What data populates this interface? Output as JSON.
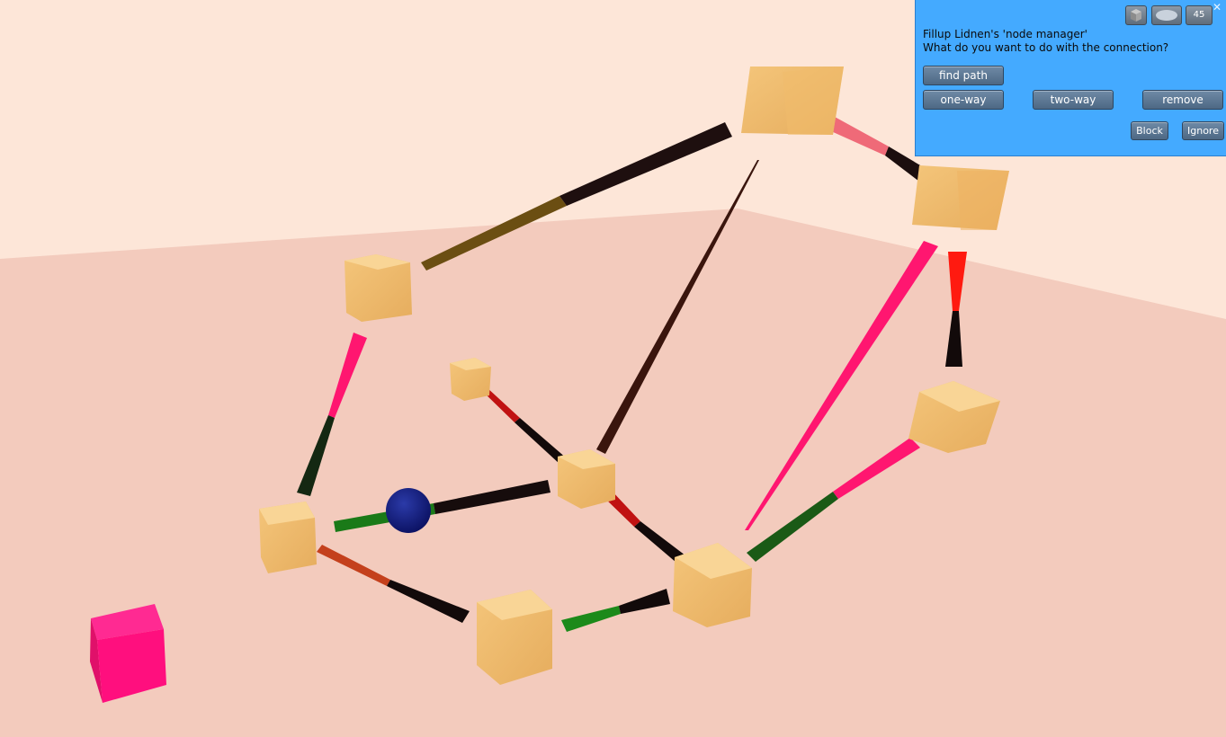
{
  "dialog": {
    "title": "Fillup Lidnen's 'node manager'",
    "question": "What do you want to do with the connection?",
    "buttons": {
      "find_path": "find path",
      "one_way": "one-way",
      "two_way": "two-way",
      "remove": "remove",
      "block": "Block",
      "ignore": "Ignore"
    },
    "toolbar": {
      "object_icon": "cube-icon",
      "chat_icon": "chat-bubble-icon",
      "count": "45",
      "close_icon": "close-icon",
      "close_glyph": "✕"
    },
    "colors": {
      "background": "#44aaff",
      "button": "#5a7591"
    }
  },
  "scene": {
    "description_icons": [
      "wooden-cube-node",
      "connection-cone",
      "blue-sphere-marker",
      "pink-cube"
    ],
    "colors": {
      "node": "#f2bf72",
      "ground": "#f3cbbd",
      "sky": "#fde7da",
      "pink_cube": "#ff1a86",
      "sphere": "#0f1a7a"
    }
  }
}
